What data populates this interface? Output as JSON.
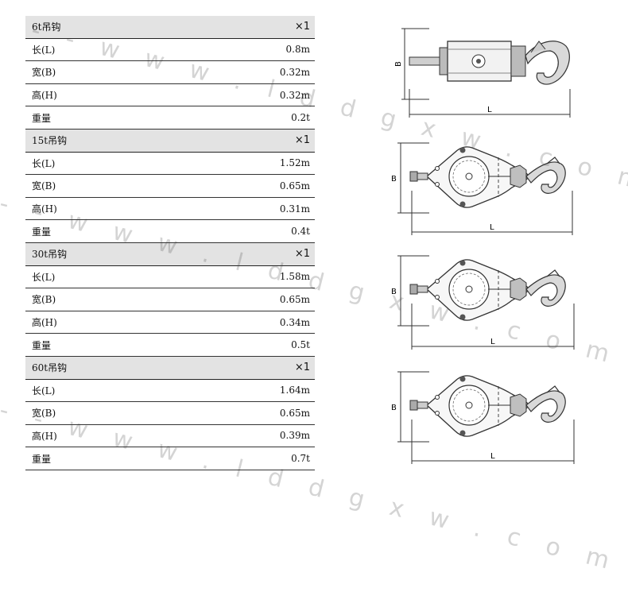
{
  "table": {
    "sections": [
      {
        "header": {
          "label": "6t吊钩",
          "value": "×1"
        },
        "rows": [
          {
            "label": "长(L)",
            "value": "0.8m"
          },
          {
            "label": "宽(B)",
            "value": "0.32m"
          },
          {
            "label": "高(H)",
            "value": "0.32m"
          },
          {
            "label": "重量",
            "value": "0.2t"
          }
        ]
      },
      {
        "header": {
          "label": "15t吊钩",
          "value": "×1"
        },
        "rows": [
          {
            "label": "长(L)",
            "value": "1.52m"
          },
          {
            "label": "宽(B)",
            "value": "0.65m"
          },
          {
            "label": "高(H)",
            "value": "0.31m"
          },
          {
            "label": "重量",
            "value": "0.4t"
          }
        ]
      },
      {
        "header": {
          "label": "30t吊钩",
          "value": "×1"
        },
        "rows": [
          {
            "label": "长(L)",
            "value": "1.58m"
          },
          {
            "label": "宽(B)",
            "value": "0.65m"
          },
          {
            "label": "高(H)",
            "value": "0.34m"
          },
          {
            "label": "重量",
            "value": "0.5t"
          }
        ]
      },
      {
        "header": {
          "label": "60t吊钩",
          "value": "×1"
        },
        "rows": [
          {
            "label": "长(L)",
            "value": "1.64m"
          },
          {
            "label": "宽(B)",
            "value": "0.65m"
          },
          {
            "label": "高(H)",
            "value": "0.39m"
          },
          {
            "label": "重量",
            "value": "0.7t"
          }
        ]
      }
    ]
  },
  "drawings": {
    "dim_width_label": "B",
    "dim_length_label": "L"
  },
  "watermark": {
    "text": "- - w w w . l d d g x w . c o m - - - -"
  },
  "colors": {
    "header_bg": "#e3e3e3",
    "hook_fill": "#d9d9d9",
    "line": "#333333"
  }
}
